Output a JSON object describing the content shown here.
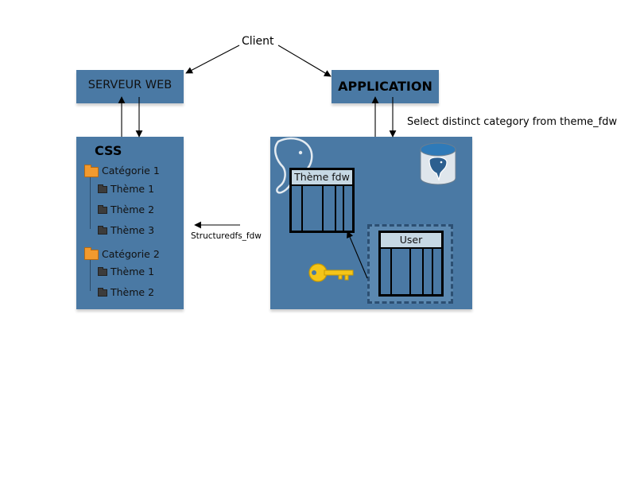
{
  "client": {
    "label": "Client"
  },
  "serveur_web": {
    "label": "SERVEUR WEB"
  },
  "application": {
    "label": "APPLICATION"
  },
  "query": {
    "label": "Select distinct category from theme_fdw"
  },
  "css_panel": {
    "title": "CSS",
    "categories": [
      {
        "label": "Catégorie 1",
        "themes": [
          "Thème 1",
          "Thème 2",
          "Thème 3"
        ]
      },
      {
        "label": "Catégorie 2",
        "themes": [
          "Thème 1",
          "Thème 2"
        ]
      }
    ]
  },
  "fdw_arrow": {
    "label": "Structuredfs_fdw"
  },
  "db_panel": {
    "theme_table": {
      "title": "Thème fdw"
    },
    "user_table": {
      "title": "User"
    }
  },
  "colors": {
    "box_blue": "#4a79a4",
    "table_header": "#c6d8e4",
    "folder_orange": "#f29a2e",
    "key_yellow": "#f5c518"
  }
}
